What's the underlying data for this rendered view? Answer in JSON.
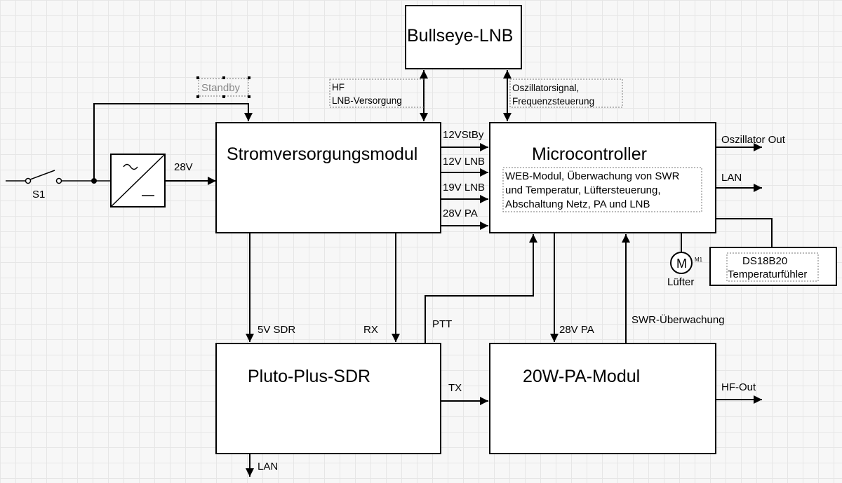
{
  "blocks": {
    "lnb": "Bullseye-LNB",
    "power": "Stromversorgungsmodul",
    "mcu": "Microcontroller",
    "sdr": "Pluto-Plus-SDR",
    "pa": "20W-PA-Modul"
  },
  "mcu_desc": [
    "WEB-Modul, Überwachung von SWR",
    "und Temperatur, Lüftersteuerung,",
    "Abschaltung Netz, PA und LNB"
  ],
  "sensor": [
    "DS18B20",
    "Temperaturfühler"
  ],
  "fan": {
    "symbol": "M",
    "ref": "M1",
    "label": "Lüfter"
  },
  "switch_label": "S1",
  "standby": "Standby",
  "signals": {
    "v28": "28V",
    "hf_lnb": [
      "HF",
      "LNB-Versorgung"
    ],
    "osc_freq": [
      "Oszillatorsignal,",
      "Frequenzsteuerung"
    ],
    "v12stby": "12VStBy",
    "v12lnb": "12V LNB",
    "v19lnb": "19V LNB",
    "v28pa": "28V PA",
    "osc_out": "Oszillator Out",
    "lan_mcu": "LAN",
    "v5sdr": "5V SDR",
    "rx": "RX",
    "ptt": "PTT",
    "v28pa_pa": "28V PA",
    "swr": "SWR-Überwachung",
    "tx": "TX",
    "hf_out": "HF-Out",
    "lan_sdr": "LAN"
  }
}
